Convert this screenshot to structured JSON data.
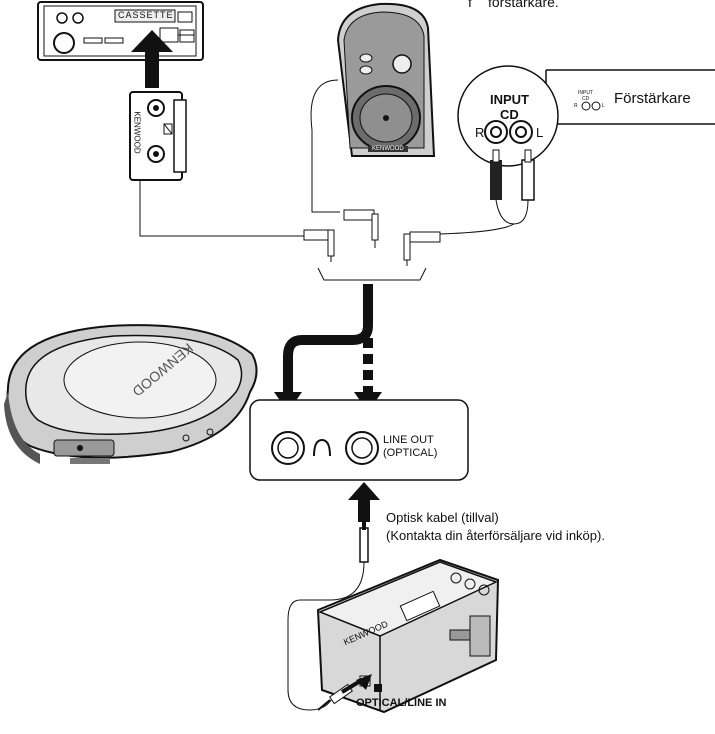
{
  "top_note": "förstärkare.",
  "top_note_bullet": "f",
  "car_deck": {
    "label": "CASSETTE"
  },
  "cassette_adapter": {
    "brand": "KENWOOD"
  },
  "speaker": {
    "brand": "KENWOOD"
  },
  "amplifier_jack": {
    "input_label": "INPUT",
    "cd_label": "CD",
    "left": "L",
    "right": "R"
  },
  "amplifier": {
    "label": "Förstärkare",
    "mini_input": "INPUT",
    "mini_cd": "CD",
    "mini_r": "R",
    "mini_l": "L"
  },
  "cd_player": {
    "brand": "KENWOOD"
  },
  "jack_panel": {
    "line_out": "LINE OUT",
    "optical": "(OPTICAL)"
  },
  "optical_cable": {
    "line1": "Optisk kabel (tillval)",
    "line2": "(Kontakta din återförsäljare vid inköp)."
  },
  "md_recorder": {
    "brand": "KENWOOD",
    "input_label": "OPTICAL/LINE IN"
  },
  "colors": {
    "ink": "#111111",
    "panel": "#e6e6e6",
    "shade": "#bdbdbd",
    "mid": "#8a8a8a"
  }
}
